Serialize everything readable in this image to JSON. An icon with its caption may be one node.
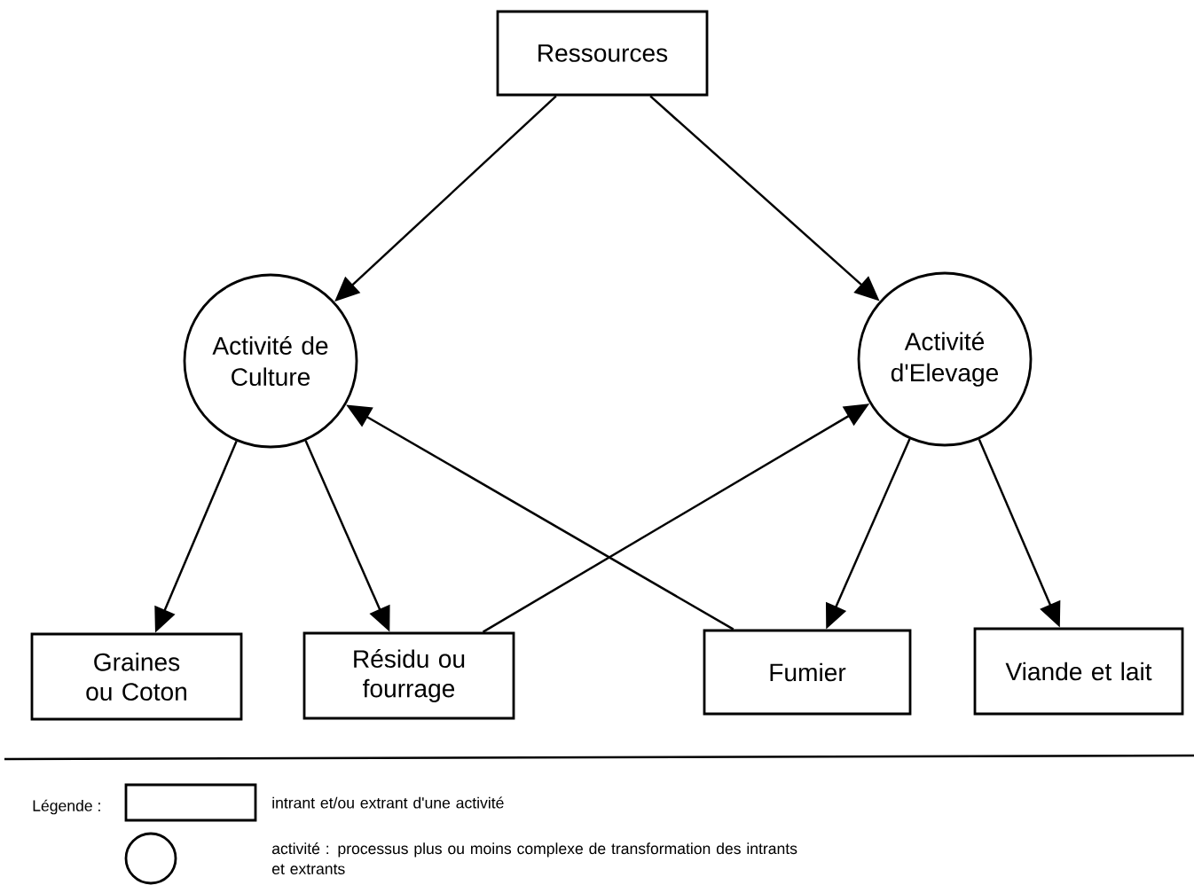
{
  "diagram": {
    "nodes": [
      {
        "text": [
          "Ressources"
        ]
      },
      {
        "text": [
          "Activité de Culture"
        ]
      },
      {
        "text": [
          "Activité d'Elevage"
        ]
      },
      {
        "text": [
          "Graines ou Coton"
        ]
      },
      {
        "text": [
          "Résidu ou fourrage"
        ]
      },
      {
        "text": [
          "Fumier"
        ]
      },
      {
        "text": [
          "Viande et lait"
        ]
      }
    ],
    "edges": [
      {
        "from": 0,
        "to": 1,
        "arrow": "to"
      },
      {
        "from": 0,
        "to": 2,
        "arrow": "to"
      },
      {
        "from": 1,
        "to": 3,
        "arrow": "to"
      },
      {
        "from": 1,
        "to": 4,
        "arrow": "to"
      },
      {
        "from": 2,
        "to": 5,
        "arrow": "to"
      },
      {
        "from": 2,
        "to": 6,
        "arrow": "to"
      },
      {
        "from": 4,
        "to": 2,
        "arrow": "to"
      },
      {
        "from": 5,
        "to": 1,
        "arrow": "to"
      }
    ],
    "labels": [
      "Légende :"
    ],
    "legend": [
      {
        "text": "intrant et/ou extrant d'une activité"
      },
      {
        "text": "activité : processus plus ou moins complexe de transformation des intrants et extrants"
      }
    ]
  }
}
